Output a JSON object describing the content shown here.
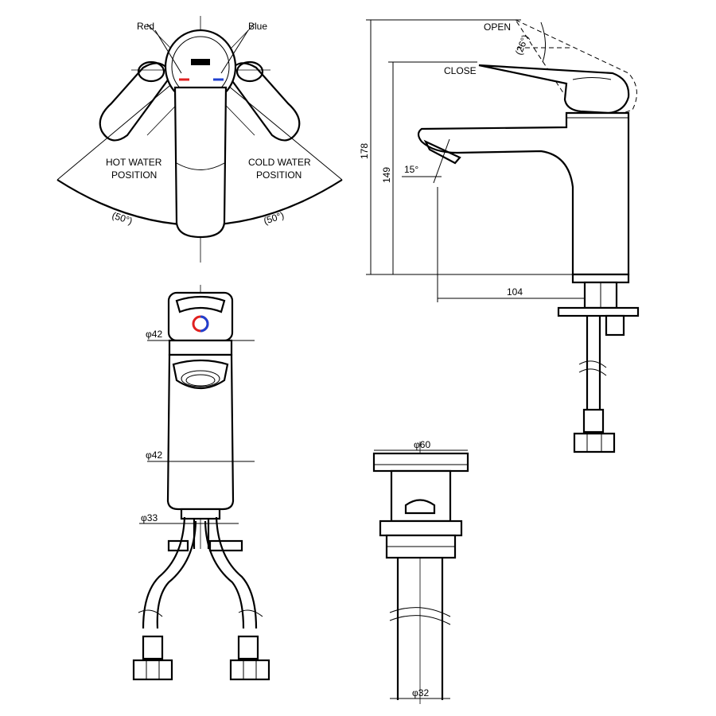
{
  "top_view": {
    "label_red": "Red",
    "label_blue": "Blue",
    "hot_line1": "HOT WATER",
    "hot_line2": "POSITION",
    "cold_line1": "COLD WATER",
    "cold_line2": "POSITION",
    "angle_left": "(50°)",
    "angle_right": "(50°)",
    "colors": {
      "red": "#e02020",
      "blue": "#2040d0"
    }
  },
  "side_view": {
    "label_open": "OPEN",
    "label_close": "CLOSE",
    "angle_open": "(26°)",
    "dim_height_total": "178",
    "dim_height_spout": "149",
    "dim_angle_spout": "15°",
    "dim_reach": "104"
  },
  "front_view": {
    "dim_handle_dia": "φ42",
    "dim_body_dia": "φ42",
    "dim_base_dia": "φ33"
  },
  "drain_view": {
    "dim_top_dia": "φ60",
    "dim_pipe_dia": "φ32"
  }
}
